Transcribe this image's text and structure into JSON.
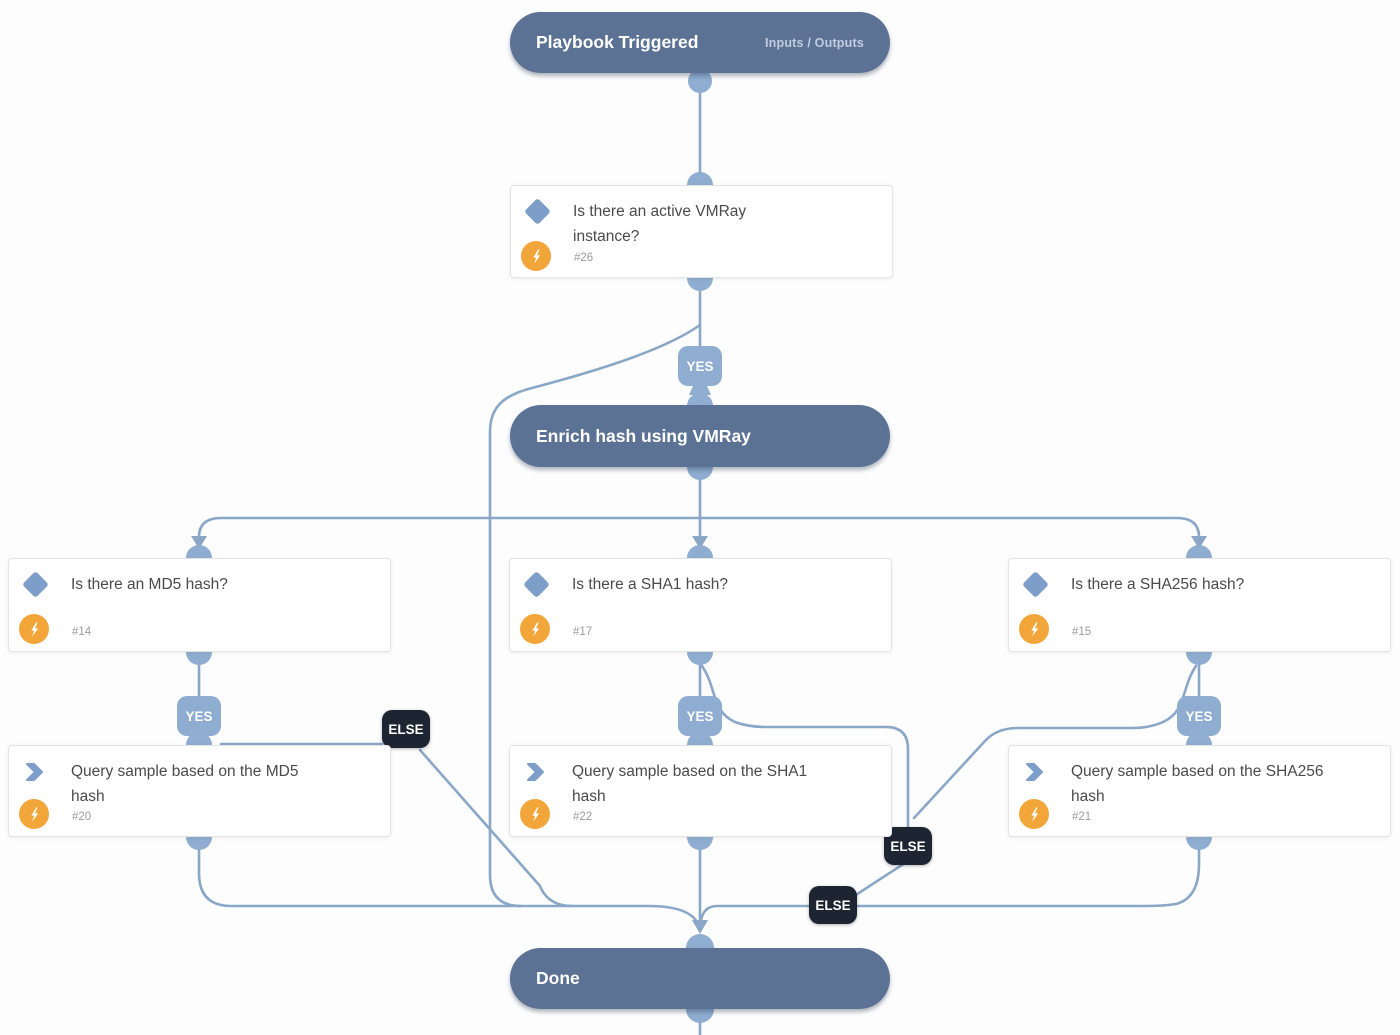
{
  "labels": {
    "yes": "YES",
    "else": "ELSE"
  },
  "colors": {
    "pill_bg": "#5b7295",
    "wire": "#8aa7c7",
    "knob": "#8fadd0",
    "else_badge_bg": "#1c2531",
    "bolt_bg": "#f2a63a",
    "diamond": "#7d9ec9",
    "card_border": "#e4e4e4",
    "title_text": "#4a4a4a",
    "meta_text": "#9b9b9b"
  },
  "nodes": {
    "playbook": {
      "title": "Playbook Triggered",
      "io_link": "Inputs / Outputs"
    },
    "cond_vmray": {
      "title": "Is there an active VMRay instance?",
      "id": "#26"
    },
    "enrich": {
      "title": "Enrich hash using VMRay"
    },
    "cond_md5": {
      "title": "Is there an MD5 hash?",
      "id": "#14"
    },
    "cond_sha1": {
      "title": "Is there a SHA1 hash?",
      "id": "#17"
    },
    "cond_sha256": {
      "title": "Is there a SHA256 hash?",
      "id": "#15"
    },
    "task_md5": {
      "title": "Query sample based on the MD5 hash",
      "id": "#20"
    },
    "task_sha1": {
      "title": "Query sample based on the SHA1 hash",
      "id": "#22"
    },
    "task_sha256": {
      "title": "Query sample based on the SHA256 hash",
      "id": "#21"
    },
    "done": {
      "title": "Done"
    }
  }
}
